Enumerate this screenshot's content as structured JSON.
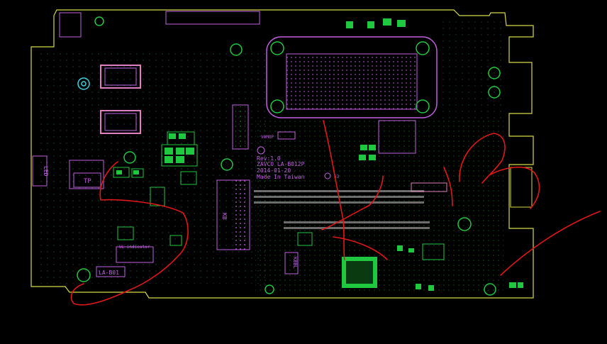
{
  "colors": {
    "background": "#000000",
    "outline": "#d8d84a",
    "silkscreen": "#c060e0",
    "copper_green": "#20c840",
    "pad_cyan": "#40d0e0",
    "annotation_red": "#e01818",
    "pink": "#e080c0"
  },
  "labels": {
    "led": "LED",
    "tp": "TP",
    "kb": "KB",
    "kbbl": "KBBL",
    "ul_indicator": "UL indicator",
    "board_id": "LA-B01",
    "rev": "Rev:1.0",
    "model": "ZAVC0 LA-B012P",
    "date": "2014-01-20",
    "made_in": "Made In Taiwan",
    "rohs_mark": "e3",
    "cpu_mark": "VOMOP"
  },
  "icons": {
    "mounting_hole": "circle-pad-icon",
    "recycle": "recycle-icon"
  }
}
